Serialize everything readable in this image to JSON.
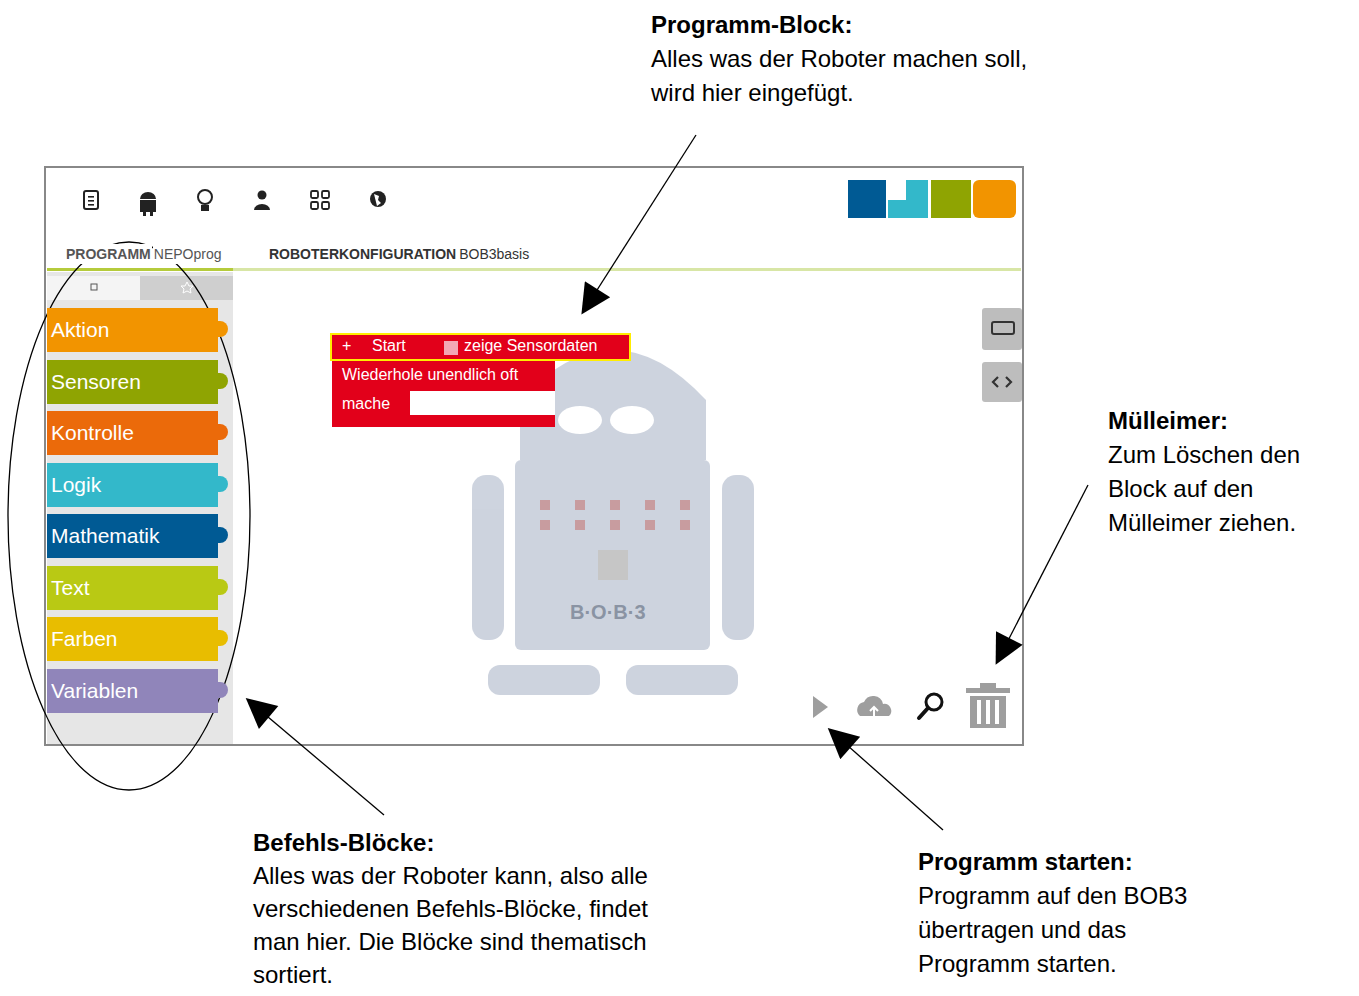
{
  "diagram": {
    "nodes": [
      {
        "text": [
          "Aktion"
        ]
      },
      {
        "text": [
          "Sensoren"
        ]
      },
      {
        "text": [
          "Kontrolle"
        ]
      },
      {
        "text": [
          "Logik"
        ]
      },
      {
        "text": [
          "Mathematik"
        ]
      },
      {
        "text": [
          "Text"
        ]
      },
      {
        "text": [
          "Farben"
        ]
      },
      {
        "text": [
          "Variablen"
        ]
      },
      {
        "text": [
          "+",
          "Start",
          "zeige Sensordaten",
          "Wiederhole unendlich oft",
          "mache"
        ]
      }
    ],
    "labels": [
      "PROGRAMM",
      "NEPOprog",
      "ROBOTERKONFIGURATION",
      "BOB3basis",
      "B·O·B·3",
      "Programm-Block:",
      "Alles was der Roboter machen soll, wird hier eingefügt.",
      "Mülleimer:",
      "Zum Löschen den Block auf den Mülleimer ziehen.",
      "Befehls-Blöcke:",
      "Alles was der Roboter kann, also alle verschiedenen Befehls-Blöcke, findet man hier. Die Blöcke sind thematisch sortiert.",
      "Programm starten:",
      "Programm auf den BOB3 übertragen und das Programm starten."
    ]
  }
}
